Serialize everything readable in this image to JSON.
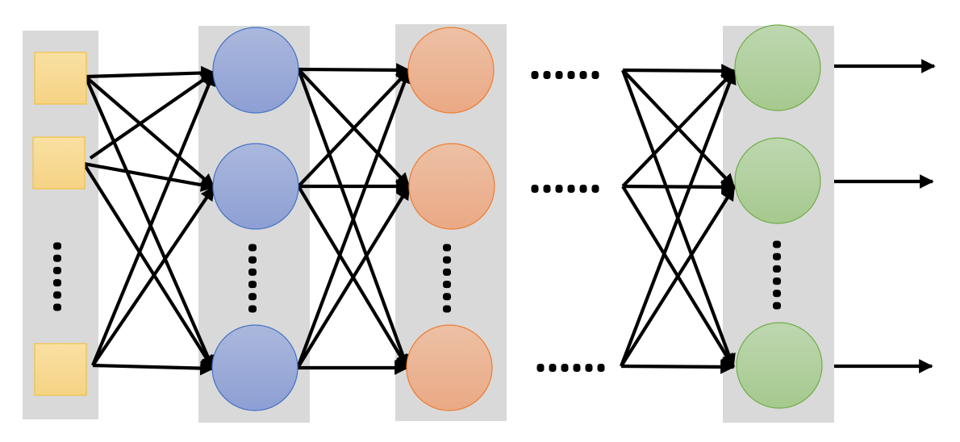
{
  "diagram": {
    "type": "feed-forward neural network",
    "colors": {
      "layer_background": "#D9D9D9",
      "edge": "#000000",
      "ellipsis": "#000000"
    },
    "layers": [
      {
        "id": "input",
        "role": "input layer",
        "shape": "square",
        "fill_top": "#F9E0A2",
        "fill_bottom": "#F6D385",
        "stroke": "#F2C142",
        "visible_nodes": 3,
        "ellipsis_after_node": 2
      },
      {
        "id": "hidden1",
        "role": "hidden layer 1",
        "shape": "circle",
        "fill_top": "#ABB8DD",
        "fill_bottom": "#8D9FD3",
        "stroke": "#4472C4",
        "visible_nodes": 3,
        "ellipsis_after_node": 2
      },
      {
        "id": "hidden2",
        "role": "hidden layer 2",
        "shape": "circle",
        "fill_top": "#EDC0A5",
        "fill_bottom": "#EAA985",
        "stroke": "#ED7D31",
        "visible_nodes": 3,
        "ellipsis_after_node": 2
      },
      {
        "id": "output",
        "role": "output layer",
        "shape": "circle",
        "fill_top": "#BDD7B0",
        "fill_bottom": "#A6C98E",
        "stroke": "#70AD47",
        "visible_nodes": 3,
        "ellipsis_after_node": 2
      }
    ],
    "connections": [
      {
        "from": "input",
        "to": "hidden1",
        "pattern": "fully-connected"
      },
      {
        "from": "hidden1",
        "to": "hidden2",
        "pattern": "fully-connected"
      },
      {
        "from": "hidden2",
        "to": "ellipsis",
        "pattern": "omitted-layers"
      },
      {
        "from": "ellipsis",
        "to": "output",
        "pattern": "fully-connected"
      },
      {
        "from": "output",
        "to": "outputs",
        "pattern": "one-arrow-per-node"
      }
    ],
    "horizontal_ellipsis_rows": 3,
    "ellipsis_dot_count": 6
  }
}
